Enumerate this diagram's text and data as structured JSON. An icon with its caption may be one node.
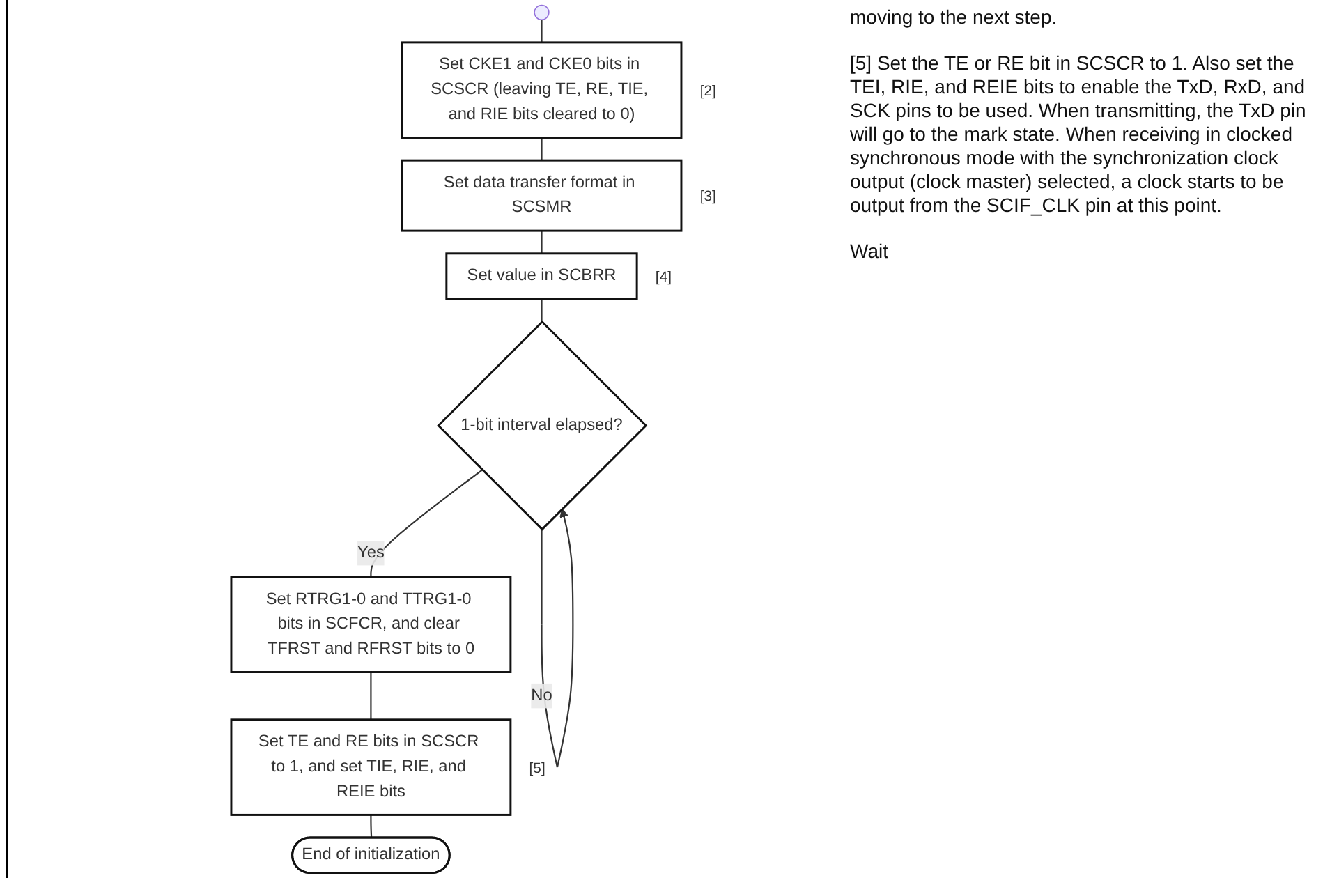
{
  "diagram": {
    "nodes": [
      {
        "text": [
          "Set CKE1 and CKE0 bits in SCSCR (leaving TE, RE, TIE, and RIE bits cleared to 0)"
        ],
        "beside": [
          "[2]"
        ]
      },
      {
        "text": [
          "Set data transfer format in SCSMR"
        ],
        "beside": [
          "[3]"
        ]
      },
      {
        "text": [
          "Set value in SCBRR"
        ],
        "beside": [
          "[4]"
        ]
      },
      {
        "text": [
          "1-bit interval elapsed?"
        ]
      },
      {
        "text": [
          "Set RTRG1-0 and TTRG1-0 bits in SCFCR, and clear TFRST and RFRST bits to 0"
        ]
      },
      {
        "text": [
          "Set TE and RE bits in SCSCR to 1, and set TIE, RIE, and REIE bits"
        ],
        "beside": [
          "[5]"
        ]
      },
      {
        "text": [
          "End of initialization"
        ]
      }
    ],
    "edges": [
      {
        "from": null,
        "to": 0,
        "arrow": "none"
      },
      {
        "from": 0,
        "to": 1,
        "arrow": "none"
      },
      {
        "from": 1,
        "to": 2,
        "arrow": "none"
      },
      {
        "from": 2,
        "to": 3,
        "arrow": "none"
      },
      {
        "from": 3,
        "to": 3,
        "arrow": "to",
        "label": "No"
      },
      {
        "from": 3,
        "to": 4,
        "arrow": "none",
        "label": "Yes"
      },
      {
        "from": 4,
        "to": 5,
        "arrow": "none"
      },
      {
        "from": 5,
        "to": 6,
        "arrow": "none"
      }
    ],
    "labels": [
      "moving to the next step.",
      "[5] Set the TE or RE bit in SCSCR to 1. Also set the TEI, RIE, and REIE bits to enable the TxD, RxD, and SCK pins to be used. When transmitting, the TxD pin will go to the mark state. When receiving in clocked synchronous mode with the synchronization clock output (clock master) selected, a clock starts to be output from the SCIF_CLK pin at this point.",
      "Wait"
    ]
  }
}
